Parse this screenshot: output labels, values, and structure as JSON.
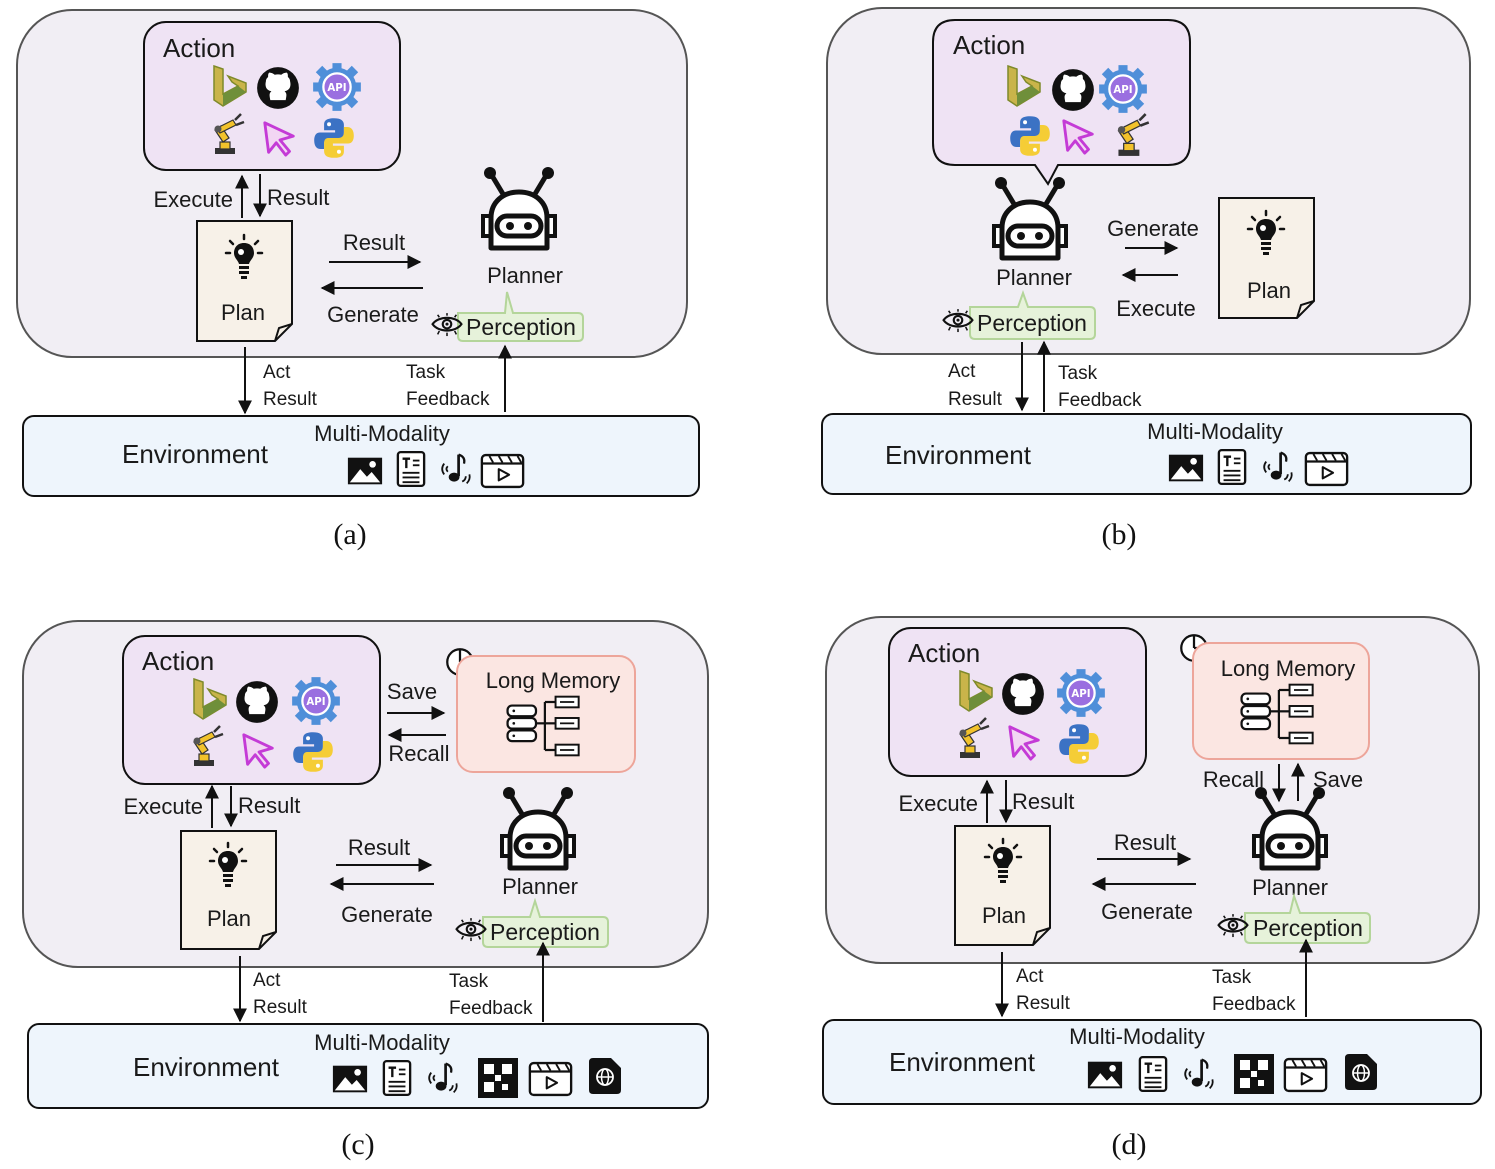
{
  "panels": {
    "a": {
      "caption": "(a)",
      "action_title": "Action",
      "execute": "Execute",
      "result_up": "Result",
      "plan": "Plan",
      "result_arrow": "Result",
      "generate": "Generate",
      "planner": "Planner",
      "perception": "Perception",
      "act": "Act",
      "act_result": "Result",
      "task": "Task",
      "feedback": "Feedback",
      "environment": "Environment",
      "multimodality": "Multi-Modality"
    },
    "b": {
      "caption": "(b)",
      "action_title": "Action",
      "planner": "Planner",
      "perception": "Perception",
      "generate": "Generate",
      "execute": "Execute",
      "plan": "Plan",
      "act": "Act",
      "act_result": "Result",
      "task": "Task",
      "feedback": "Feedback",
      "environment": "Environment",
      "multimodality": "Multi-Modality"
    },
    "c": {
      "caption": "(c)",
      "action_title": "Action",
      "save": "Save",
      "recall": "Recall",
      "memory": "Long Memory",
      "execute": "Execute",
      "result_up": "Result",
      "plan": "Plan",
      "result_arrow": "Result",
      "generate": "Generate",
      "planner": "Planner",
      "perception": "Perception",
      "act": "Act",
      "act_result": "Result",
      "task": "Task",
      "feedback": "Feedback",
      "environment": "Environment",
      "multimodality": "Multi-Modality"
    },
    "d": {
      "caption": "(d)",
      "action_title": "Action",
      "memory": "Long Memory",
      "recall": "Recall",
      "save": "Save",
      "execute": "Execute",
      "result_up": "Result",
      "plan": "Plan",
      "result_arrow": "Result",
      "generate": "Generate",
      "planner": "Planner",
      "perception": "Perception",
      "act": "Act",
      "act_result": "Result",
      "task": "Task",
      "feedback": "Feedback",
      "environment": "Environment",
      "multimodality": "Multi-Modality"
    }
  },
  "icons": {
    "action_tools": [
      "bing-icon",
      "github-icon",
      "api-gear-icon",
      "robot-arm-icon",
      "cursor-icon",
      "python-icon"
    ],
    "modalities_basic": [
      "image-icon",
      "text-icon",
      "audio-icon",
      "video-icon"
    ],
    "modalities_extended": [
      "image-icon",
      "text-icon",
      "audio-icon",
      "qr-code-icon",
      "video-icon",
      "web-file-icon"
    ]
  },
  "colors": {
    "outer_panel": "#f1eef4",
    "action_fill": "#efe3f4",
    "memory_fill": "#fbe6e2",
    "memory_stroke": "#eda59a",
    "perception_fill": "#e6f2da",
    "perception_stroke": "#b4d59a",
    "environment_fill": "#eef5fc",
    "plan_fill": "#f7f1e8"
  }
}
